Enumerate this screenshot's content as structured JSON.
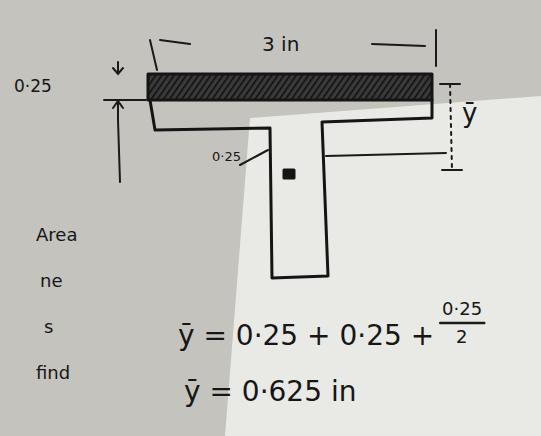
{
  "diagram": {
    "labels": [
      "0·25",
      "3 in",
      "ȳ",
      "0·25",
      "Area",
      "ne",
      "s",
      "find",
      "ȳ = 0·25 + 0·25 +",
      "0·25",
      "2",
      "ȳ = 0·625 in"
    ]
  }
}
